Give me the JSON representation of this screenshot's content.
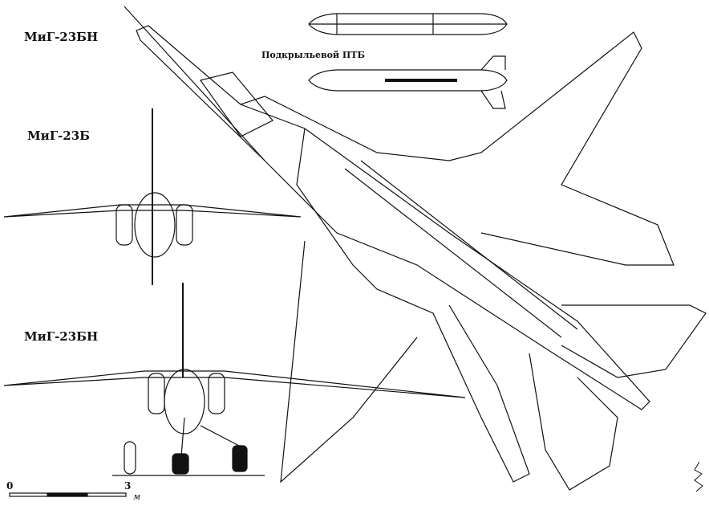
{
  "labels": {
    "top_view": "МиГ-23БН",
    "front_view_b": "МиГ-23Б",
    "front_view_bn": "МиГ-23БН",
    "drop_tank": "Подкрыльевой ПТБ"
  },
  "scale": {
    "start": "0",
    "end": "3",
    "unit": "м"
  },
  "signature": "signature"
}
